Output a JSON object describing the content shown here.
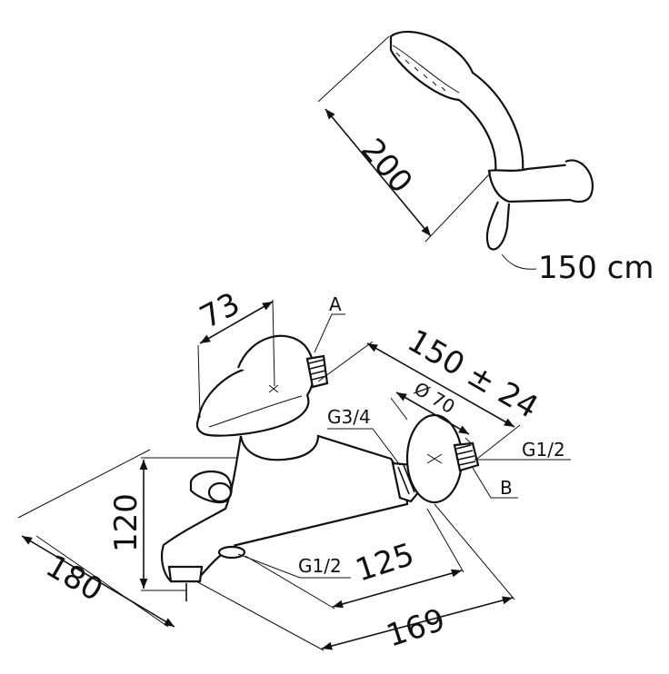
{
  "labels": {
    "shower_length": "200",
    "hose_length": "150 cm",
    "handle_offset": "73",
    "point_a": "A",
    "point_b": "B",
    "centre_distance": "150 ± 24",
    "cover_diameter": "Ø 70",
    "outlet_thread": "G3/4",
    "inlet_thread_right": "G1/2",
    "inlet_thread_bottom": "G1/2",
    "height": "120",
    "depth": "180",
    "spout_length": "125",
    "overall_width": "169"
  }
}
